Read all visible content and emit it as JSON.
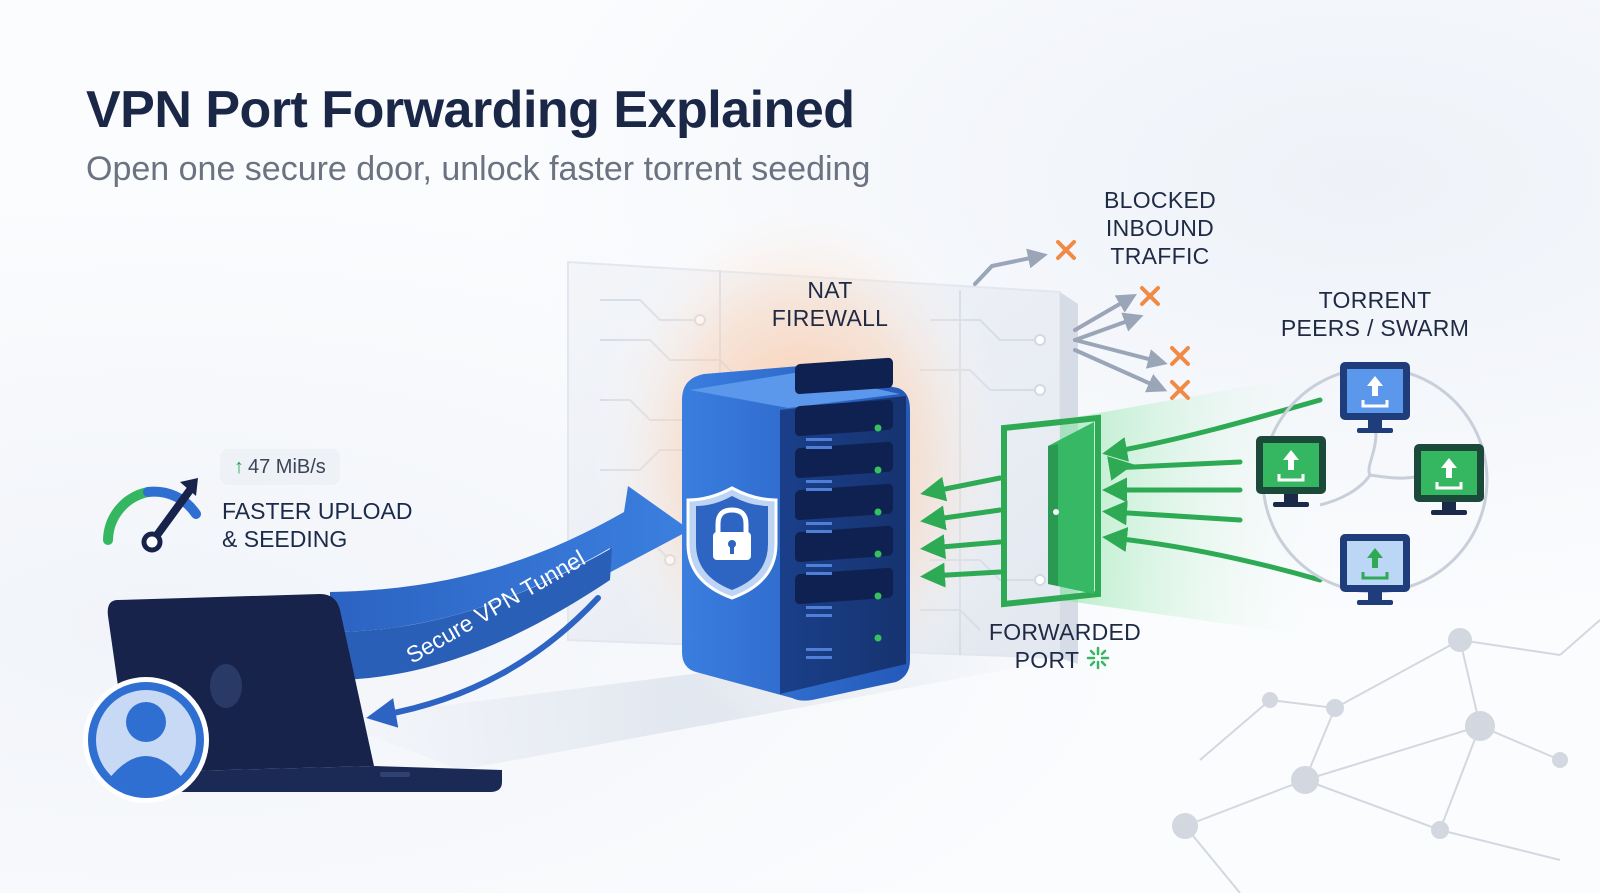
{
  "header": {
    "title": "VPN Port Forwarding Explained",
    "subtitle": "Open one secure door, unlock faster torrent seeding"
  },
  "labels": {
    "nat_line1": "NAT",
    "nat_line2": "FIREWALL",
    "blocked_line1": "BLOCKED",
    "blocked_line2": "INBOUND",
    "blocked_line3": "TRAFFIC",
    "peers_line1": "TORRENT",
    "peers_line2": "PEERS / SWARM",
    "forwarded_line1": "FORWARDED",
    "forwarded_line2": "PORT",
    "upload_line1": "FASTER UPLOAD",
    "upload_line2": "& SEEDING",
    "speed": "47 MiB/s",
    "tunnel": "Secure VPN Tunnel"
  },
  "icons": {
    "speed_arrow": "arrow-up-icon",
    "gauge": "speedometer-icon",
    "user": "user-avatar-icon",
    "laptop": "laptop-icon",
    "server": "server-rack-icon",
    "shield": "shield-lock-icon",
    "door": "open-door-icon",
    "blocked": "x-mark-icon",
    "peer": "monitor-upload-icon",
    "port": "sparkle-icon"
  },
  "colors": {
    "primary_blue": "#2f6fd1",
    "dark_navy": "#16234a",
    "green": "#2eaa55",
    "orange": "#f08a45",
    "title": "#1a2746"
  }
}
